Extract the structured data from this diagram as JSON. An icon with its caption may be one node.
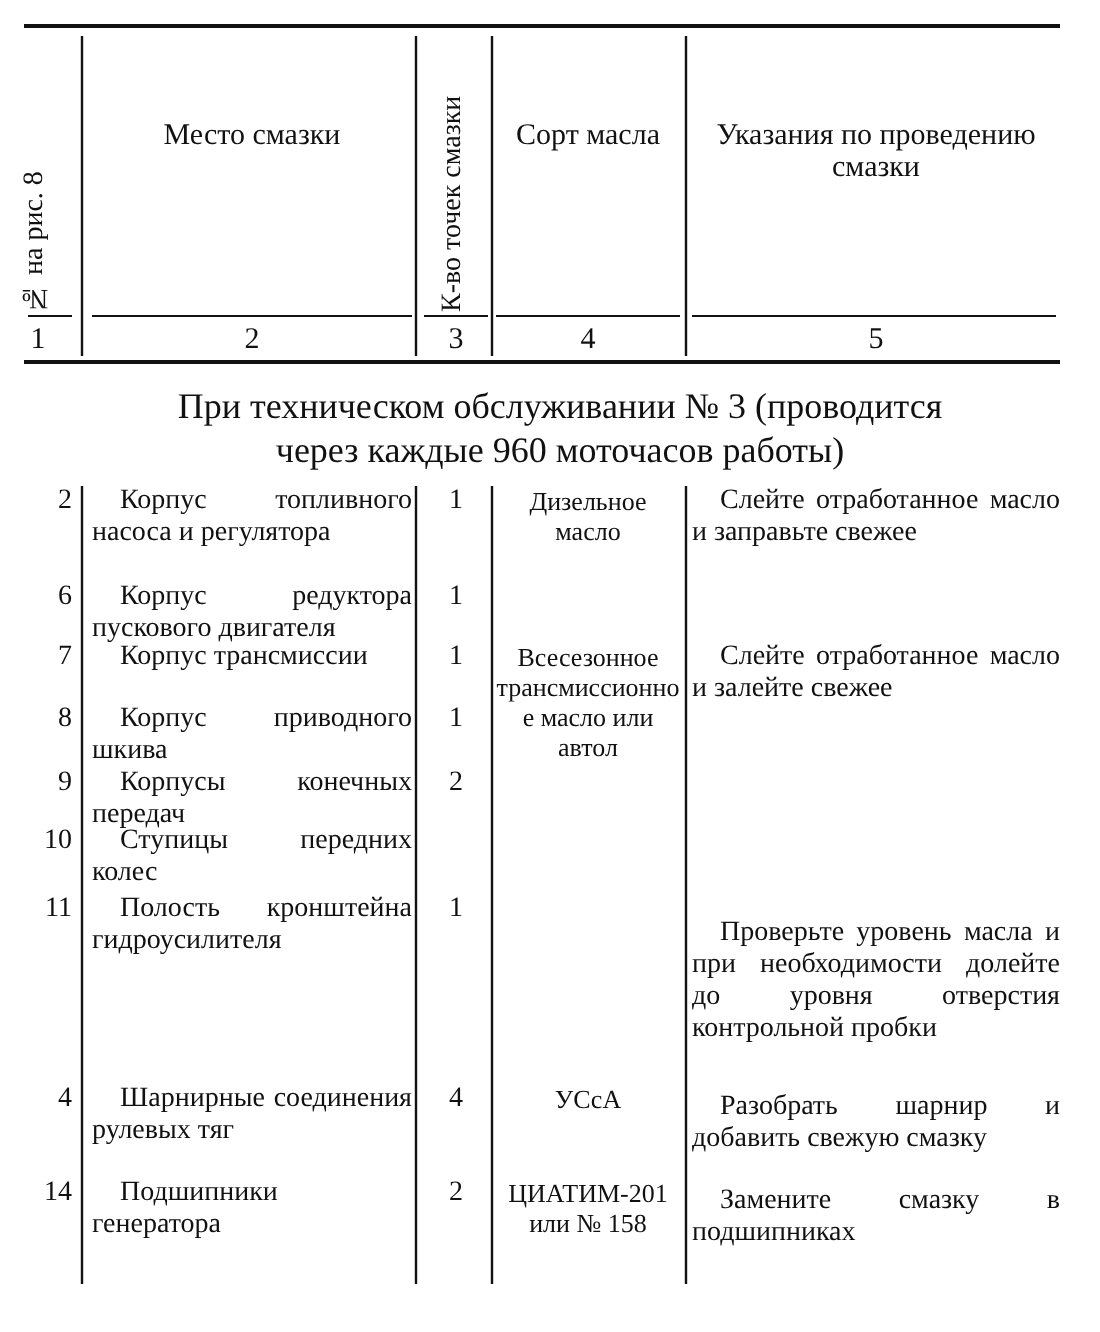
{
  "diagram": {
    "labels": [
      "№ на рис. 8",
      "Место смазки",
      "К-во точек смазки",
      "Сорт масла",
      "Указания по проведению смазки",
      "1",
      "2",
      "3",
      "4",
      "5",
      "При техническом обслуживании № 3 (проводится через каждые 960 моточасов работы)",
      "2",
      "Корпус топливного насоса и регулятора",
      "1",
      "Дизельное масло",
      "Слейте отработанное масло и заправьте свежее",
      "6",
      "Корпус редуктора пускового двигателя",
      "1",
      "7",
      "Корпус трансмиссии",
      "1",
      "Всесезонное трансмиссионное масло или автол",
      "Слейте отработанное масло и залейте свежее",
      "8",
      "Корпус приводного шкива",
      "1",
      "9",
      "Корпусы конечных передач",
      "2",
      "10",
      "Ступицы передних колес",
      "11",
      "Полость кронштейна гидроусилителя",
      "1",
      "Проверьте уровень масла и при необходимости долейте до уровня отверстия контрольной пробки",
      "4",
      "Шарнирные соединения рулевых тяг",
      "4",
      "УСсА",
      "Разобрать шарнир и добавить свежую смазку",
      "14",
      "Подшипники генератора",
      "2",
      "ЦИАТИМ-201 или № 158",
      "Замените смазку в подшипниках"
    ]
  }
}
